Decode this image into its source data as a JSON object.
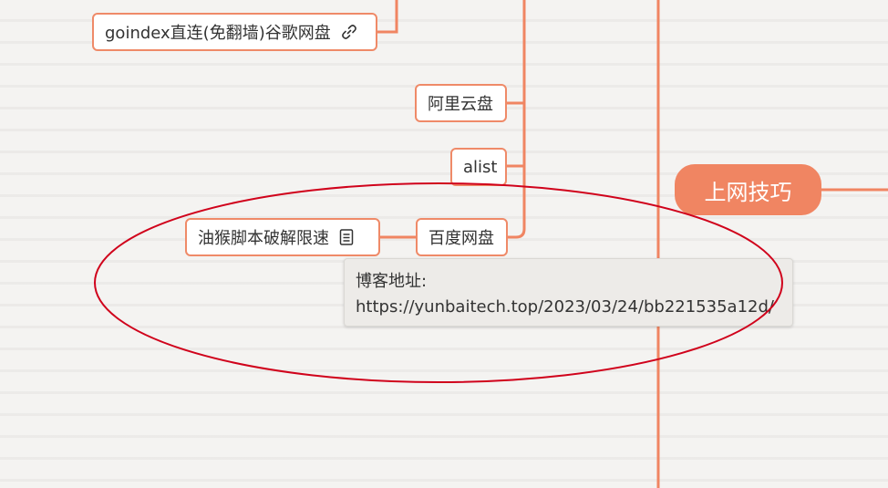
{
  "nodes": {
    "goindex": "goindex直连(免翻墙)谷歌网盘",
    "aliyun": "阿里云盘",
    "alist": "alist",
    "baidu": "百度网盘",
    "youhou": "油猴脚本破解限速"
  },
  "main_topic": "上网技巧",
  "tooltip": {
    "label": "博客地址:",
    "url": "https://yunbaitech.top/2023/03/24/bb221535a12d/"
  },
  "colors": {
    "branch": "#f08562",
    "annotation": "#d0021b",
    "tooltip_bg": "#edebe8"
  },
  "icons": {
    "goindex": "link-icon",
    "youhou": "note-icon"
  }
}
